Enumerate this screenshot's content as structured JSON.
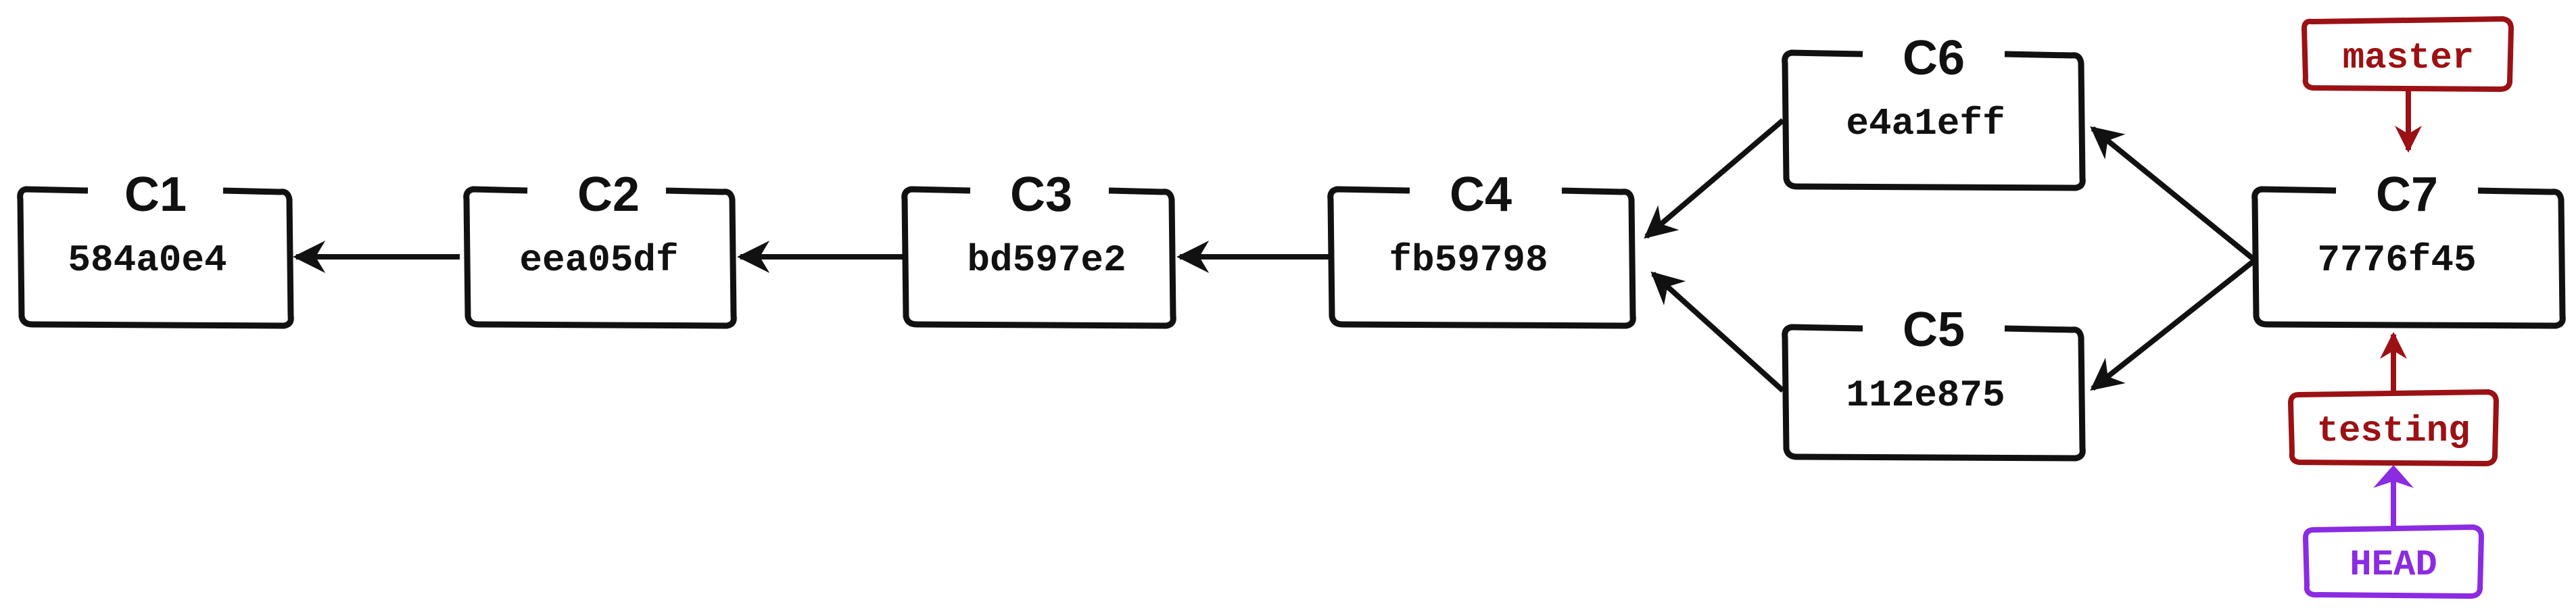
{
  "commits": {
    "c1": {
      "title": "C1",
      "hash": "584a0e4"
    },
    "c2": {
      "title": "C2",
      "hash": "eea05df"
    },
    "c3": {
      "title": "C3",
      "hash": "bd597e2"
    },
    "c4": {
      "title": "C4",
      "hash": "fb59798"
    },
    "c5": {
      "title": "C5",
      "hash": "112e875"
    },
    "c6": {
      "title": "C6",
      "hash": "e4a1eff"
    },
    "c7": {
      "title": "C7",
      "hash": "7776f45"
    }
  },
  "refs": {
    "master": "master",
    "testing": "testing",
    "head": "HEAD"
  },
  "colors": {
    "commit_stroke": "#111111",
    "branch_ref": "#9b1114",
    "head_ref": "#8b2be2"
  }
}
